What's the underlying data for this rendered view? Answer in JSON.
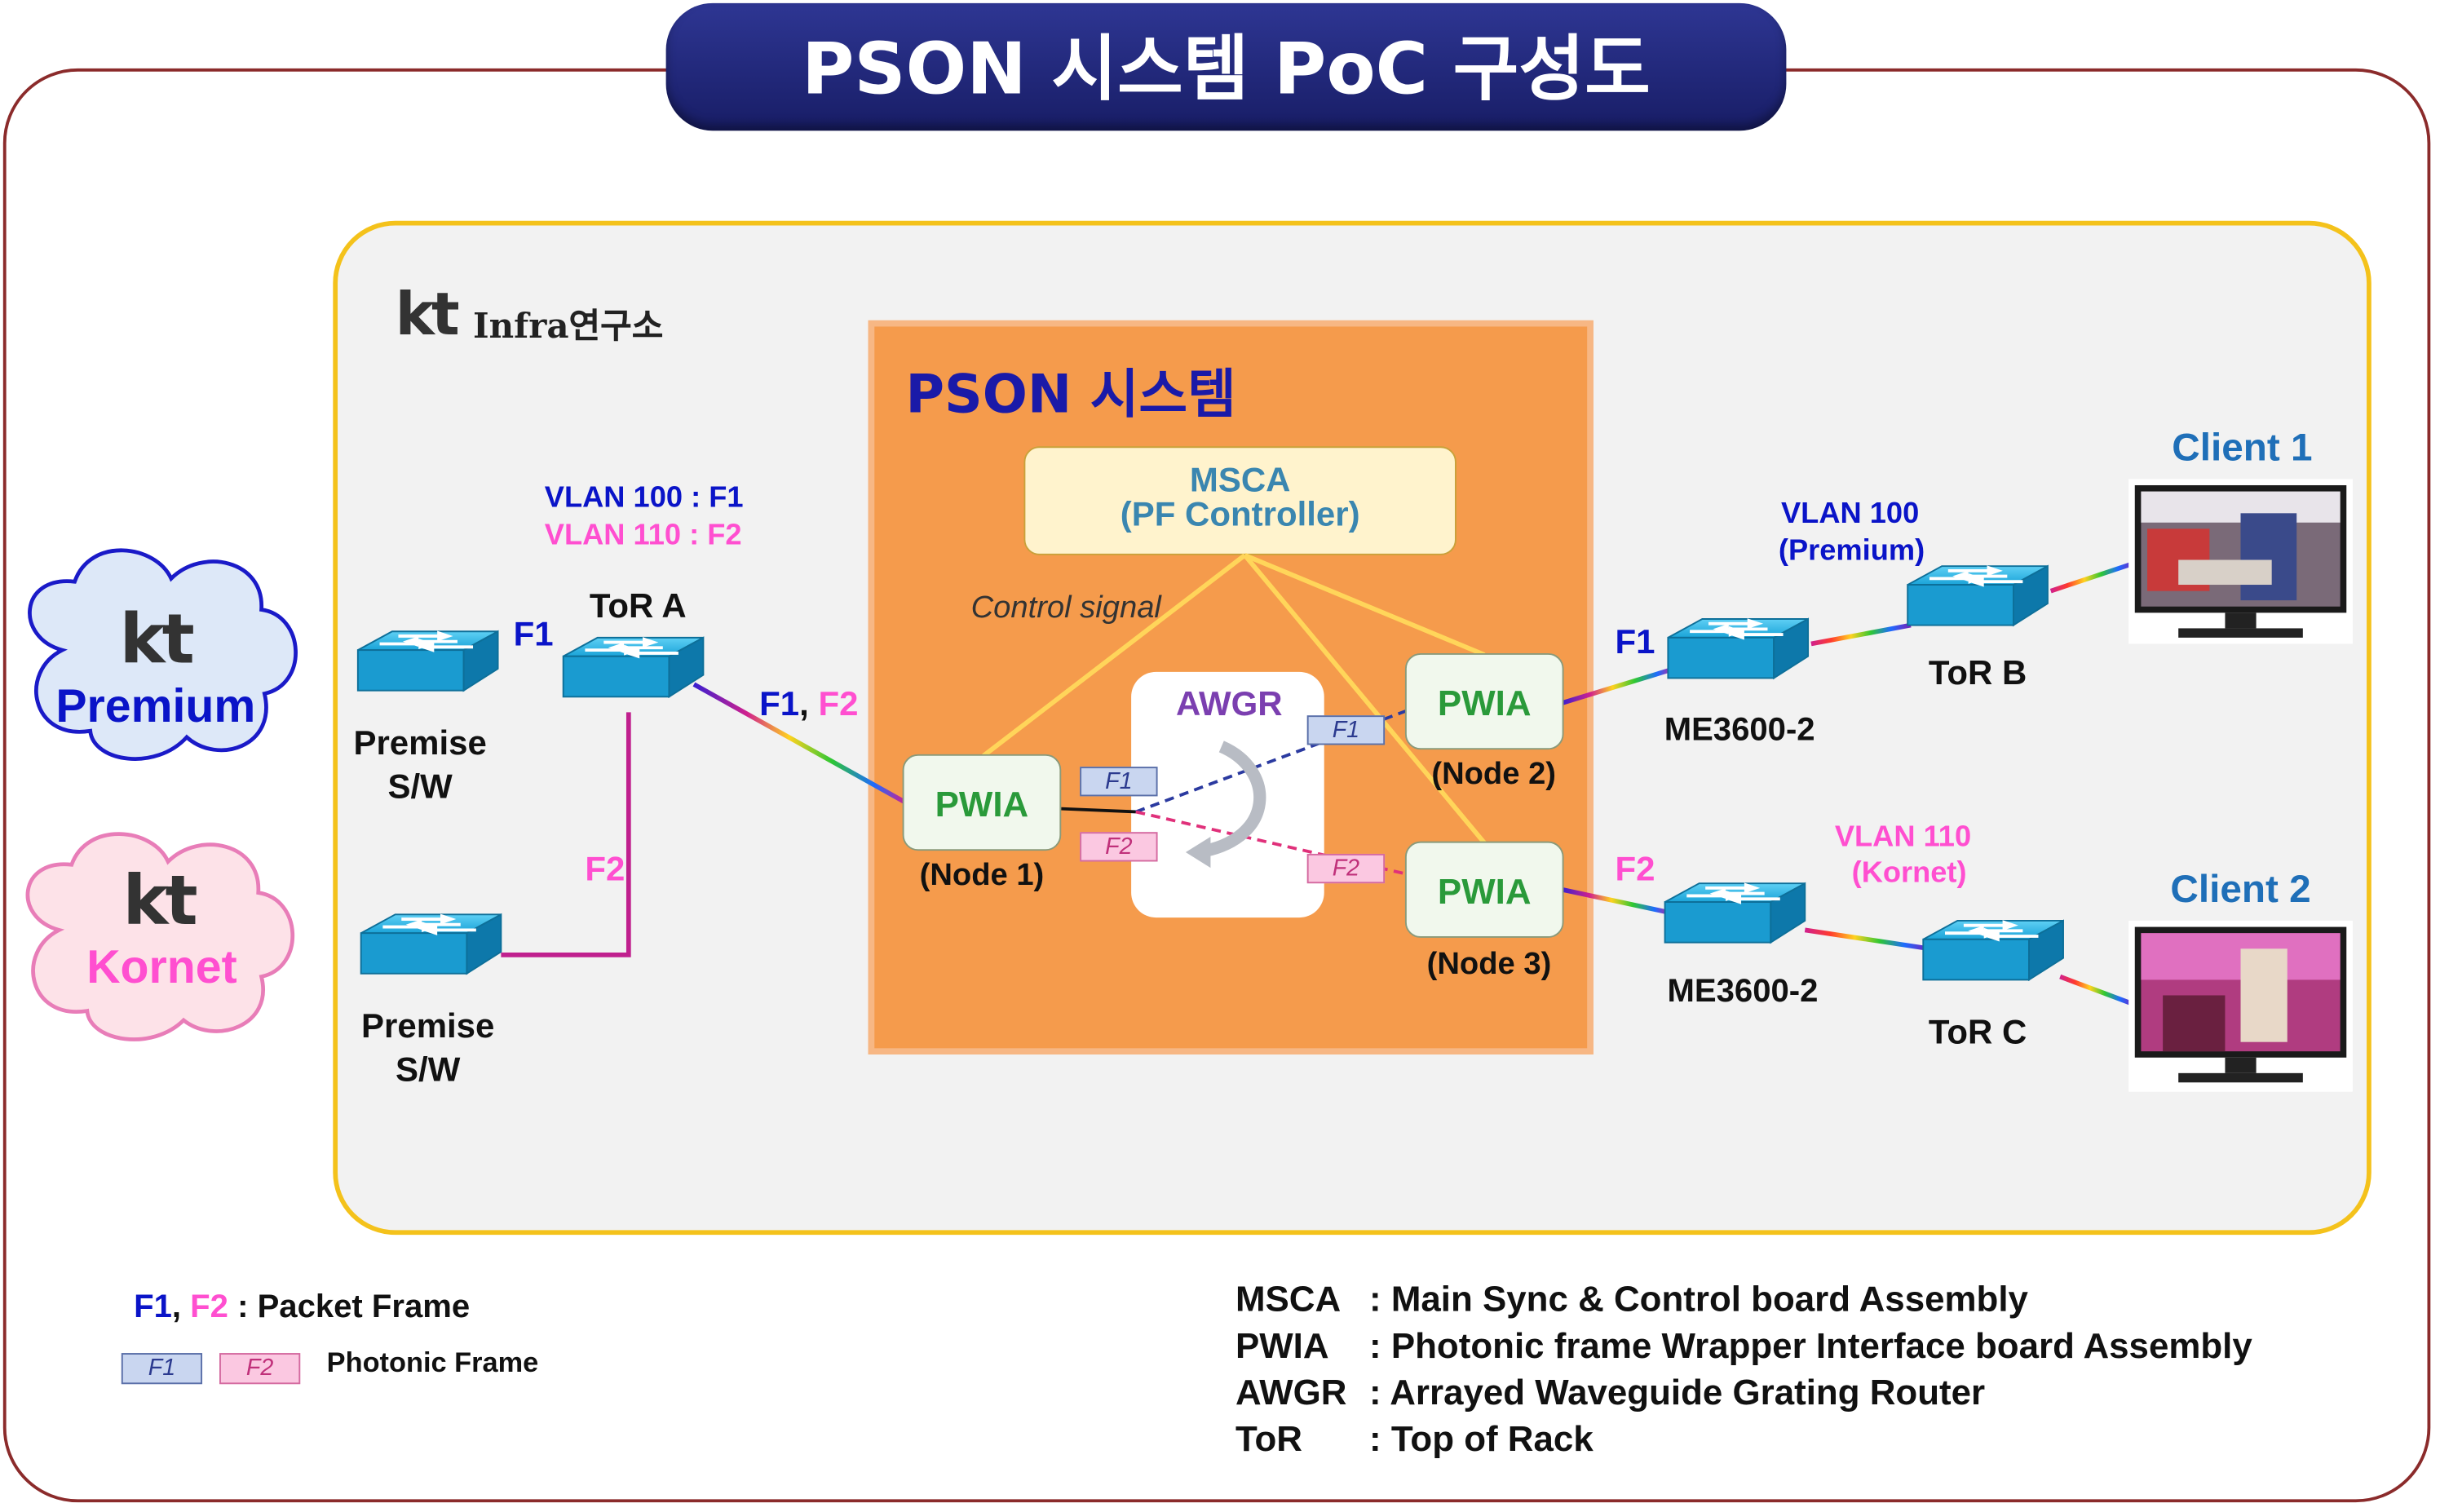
{
  "title": "PSON 시스템 PoC 구성도",
  "lab_logo": {
    "brand": "kt",
    "text": "Infra연구소"
  },
  "clouds": {
    "premium": {
      "brand": "kt",
      "label": "Premium"
    },
    "kornet": {
      "brand": "kt",
      "label": "Kornet"
    }
  },
  "left": {
    "premise_sw_top": "Premise\nS/W",
    "premise_sw_bottom": "Premise\nS/W",
    "tor_a": "ToR A",
    "vlan_f1": "VLAN 100 : F1",
    "vlan_f2": "VLAN 110 : F2",
    "f1_link": "F1",
    "f2_link": "F2",
    "trunk_f1": "F1",
    "trunk_sep": ",",
    "trunk_f2": "F2"
  },
  "pson": {
    "title": "PSON 시스템",
    "msca_line1": "MSCA",
    "msca_line2": "(PF Controller)",
    "control_signal": "Control signal",
    "awgr": "AWGR",
    "pwia_node1": "PWIA",
    "node1": "(Node 1)",
    "pwia_node2": "PWIA",
    "node2": "(Node 2)",
    "pwia_node3": "PWIA",
    "node3": "(Node 3)",
    "tag_f1": "F1",
    "tag_f2": "F2"
  },
  "right": {
    "f1_link": "F1",
    "f2_link": "F2",
    "me_top": "ME3600-2",
    "me_bottom": "ME3600-2",
    "vlan100_line1": "VLAN 100",
    "vlan100_line2": "(Premium)",
    "vlan110_line1": "VLAN 110",
    "vlan110_line2": "(Kornet)",
    "tor_b": "ToR B",
    "tor_c": "ToR C",
    "client1": "Client 1",
    "client2": "Client 2"
  },
  "legend": {
    "f1": "F1",
    "sep": ",",
    "f2": "F2",
    "packet_frame": ": Packet Frame",
    "tag_f1": "F1",
    "tag_f2": "F2",
    "photonic_frame": "Photonic Frame"
  },
  "glossary": [
    {
      "abbr": "MSCA",
      "desc": ": Main Sync & Control board Assembly"
    },
    {
      "abbr": "PWIA",
      "desc": ": Photonic frame Wrapper Interface board Assembly"
    },
    {
      "abbr": "AWGR",
      "desc": ": Arrayed Waveguide Grating Router"
    },
    {
      "abbr": "ToR",
      "desc": ": Top of Rack"
    }
  ],
  "colors": {
    "f1": "#0a14c8",
    "f2": "#ff4fd0",
    "pson_bg": "#f59b4c",
    "lab_border": "#f4c21b",
    "banner": "#1e2480",
    "switch": "#1aa3d8"
  }
}
